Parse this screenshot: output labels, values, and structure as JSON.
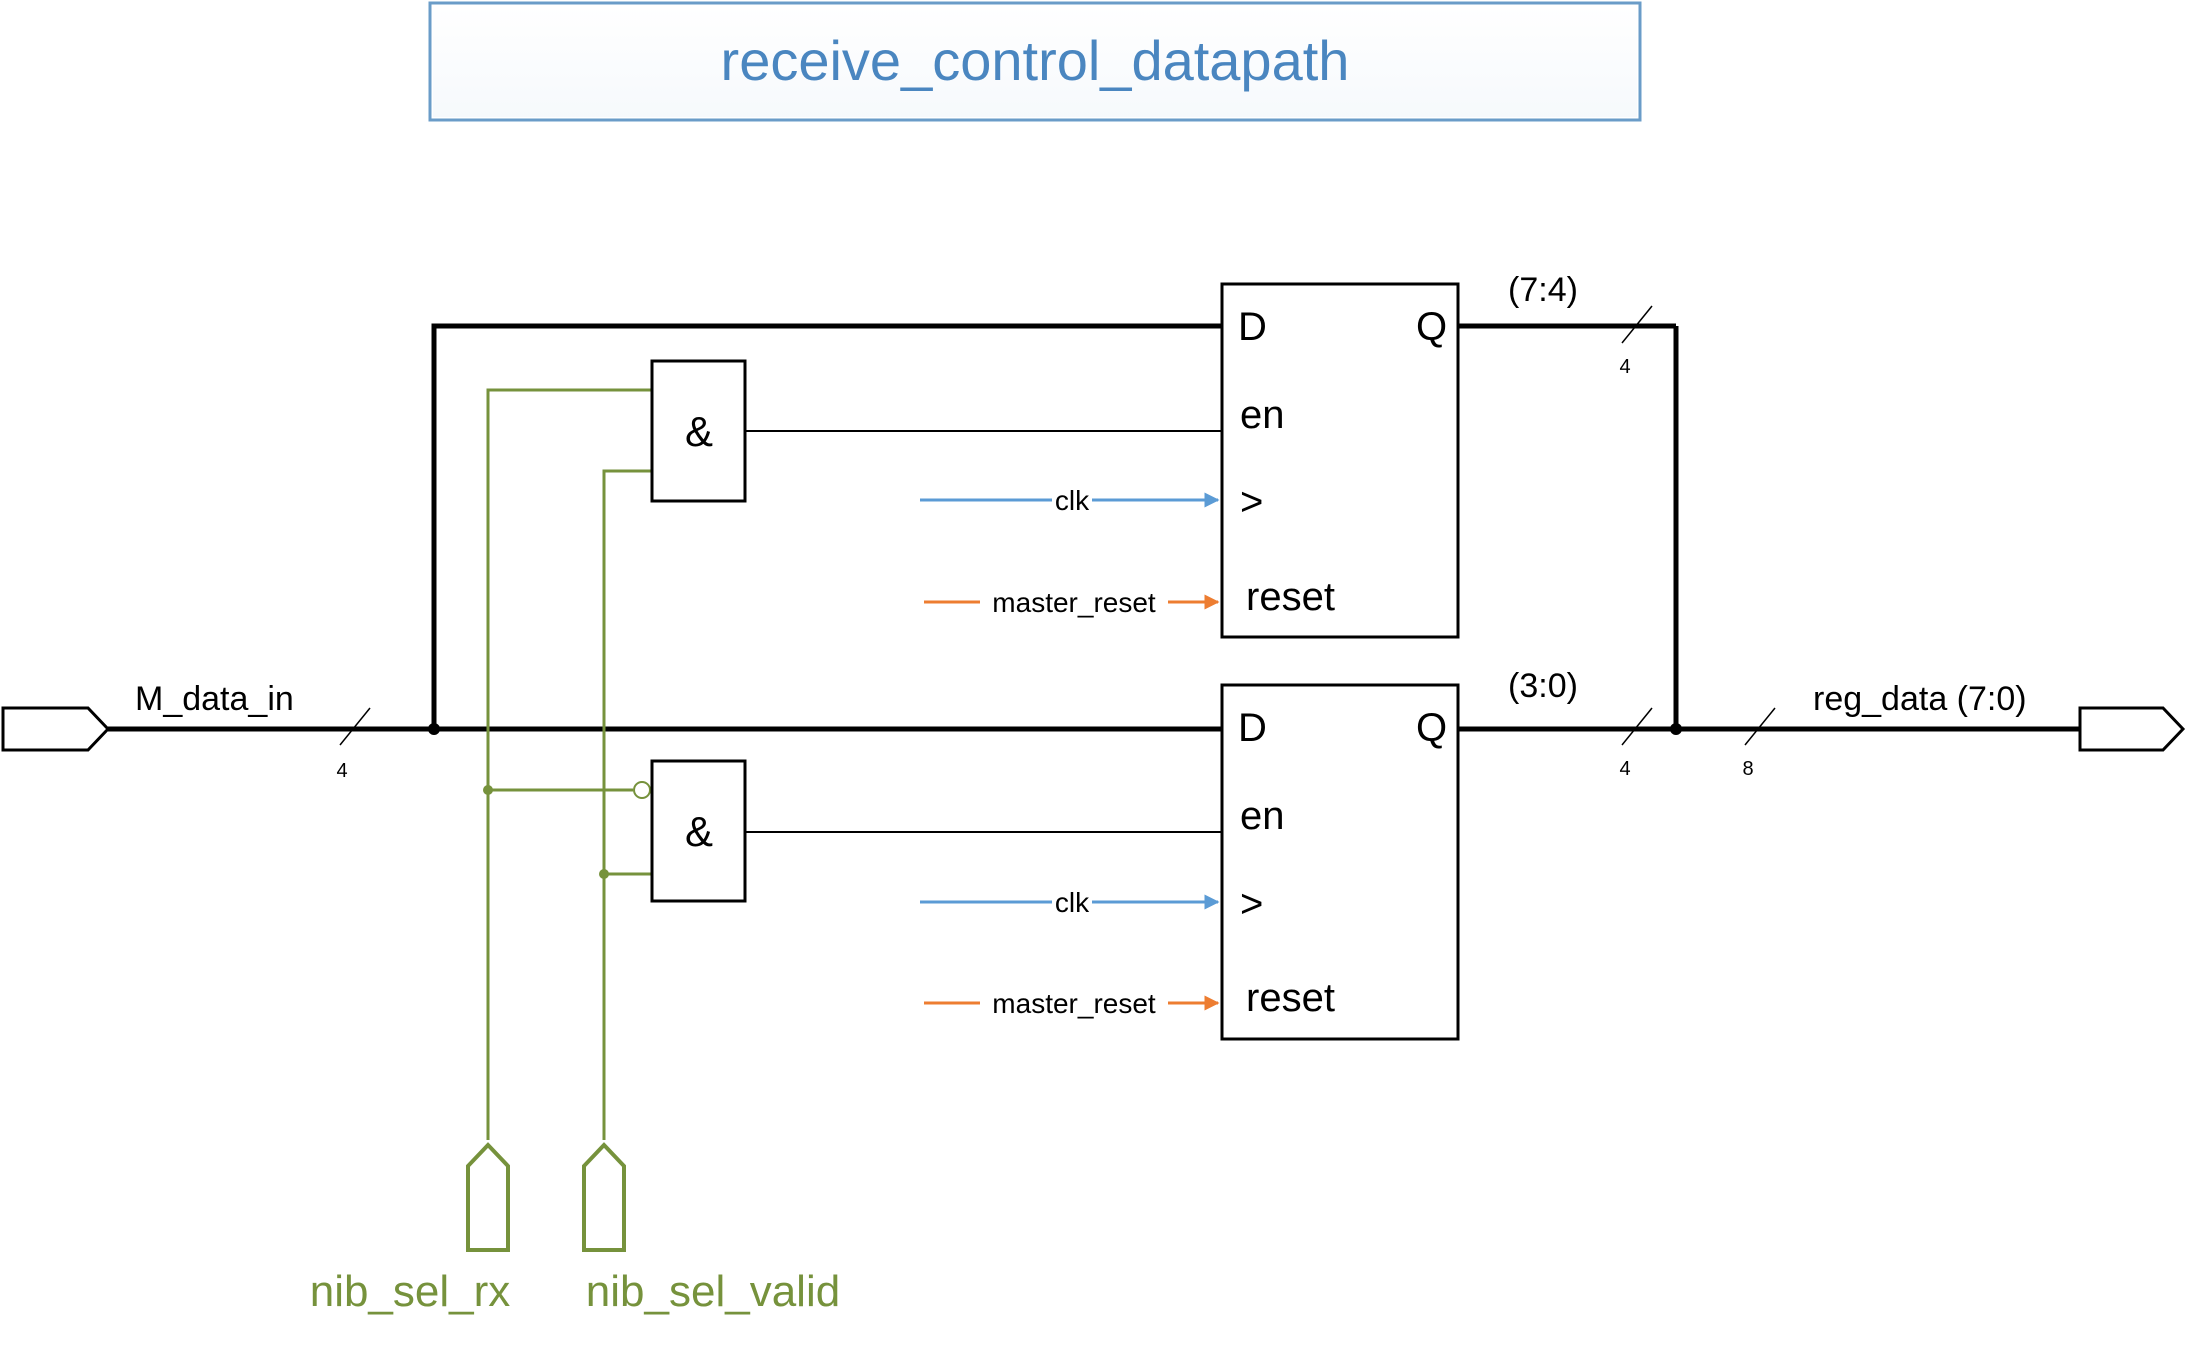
{
  "title": "receive_control_datapath",
  "colors": {
    "title": "#4a86c0",
    "title_border": "#6a9cc8",
    "control": "#76923c",
    "clock": "#5b9bd5",
    "reset": "#ed7d31",
    "wire": "#000000"
  },
  "ports": {
    "input_data": "M_data_in",
    "output_data": "reg_data (7:0)",
    "sel_rx": "nib_sel_rx",
    "sel_valid": "nib_sel_valid"
  },
  "bus_widths": {
    "input": "4",
    "upper_q": "4",
    "lower_q": "4",
    "output": "8"
  },
  "slices": {
    "upper": "(7:4)",
    "lower": "(3:0)"
  },
  "gates": {
    "upper": "&",
    "lower": "&"
  },
  "registers": [
    {
      "d": "D",
      "q": "Q",
      "en": "en",
      "clk": ">",
      "reset": "reset",
      "clk_signal": "clk",
      "reset_signal": "master_reset"
    },
    {
      "d": "D",
      "q": "Q",
      "en": "en",
      "clk": ">",
      "reset": "reset",
      "clk_signal": "clk",
      "reset_signal": "master_reset"
    }
  ]
}
